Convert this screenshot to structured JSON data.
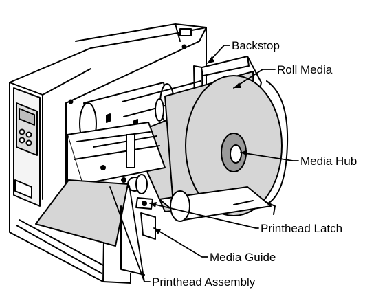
{
  "labels": {
    "backstop": "Backstop",
    "roll_media": "Roll Media",
    "media_hub": "Media Hub",
    "printhead_latch": "Printhead Latch",
    "media_guide": "Media Guide",
    "printhead_assembly": "Printhead Assembly"
  }
}
